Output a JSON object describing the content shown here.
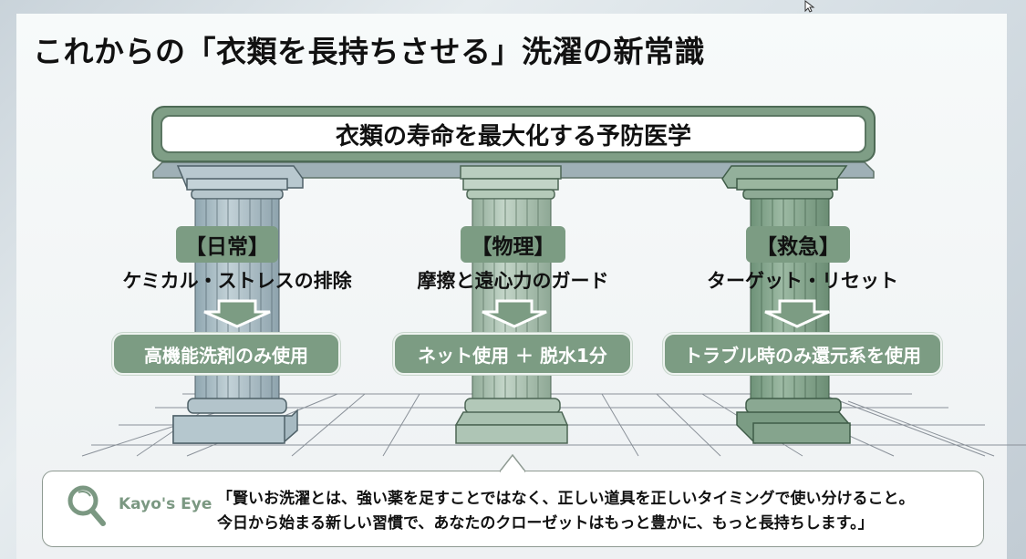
{
  "slide": {
    "title": "これからの「衣類を長持ちさせる」洗濯の新常識",
    "banner": "衣類の寿命を最大化する予防医学",
    "pillars": [
      {
        "tag": "【日常】",
        "subtitle": "ケミカル・ストレスの排除",
        "action": "高機能洗剤のみ使用",
        "color": "#a9bcc4"
      },
      {
        "tag": "【物理】",
        "subtitle": "摩擦と遠心力のガード",
        "action": "ネット使用 ＋ 脱水1分",
        "color": "#a7bfae"
      },
      {
        "tag": "【救急】",
        "subtitle": "ターゲット・リセット",
        "action": "トラブル時のみ還元系を使用",
        "color": "#86a88e"
      }
    ],
    "callout": {
      "icon": "magnifier-icon",
      "label": "Kayo's Eye",
      "quote_line1": "「賢いお洗濯とは、強い薬を足すことではなく、正しい道具を正しいタイミングで使い分けること。",
      "quote_line2": "今日から始まる新しい習慣で、あなたのクローゼットはもっと豊かに、もっと長持ちします。」"
    }
  },
  "colors": {
    "accent_green": "#7c9c83",
    "dark_green": "#4d6a55",
    "text": "#111111",
    "label_green": "#7b9882"
  }
}
